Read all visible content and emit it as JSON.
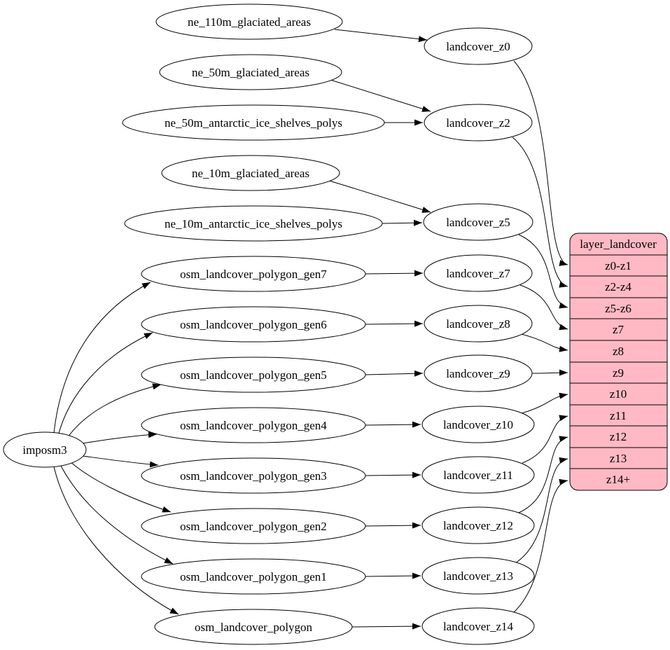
{
  "colors": {
    "record_fill": "#ffb9c4",
    "node_fill": "#ffffff",
    "edge": "#000000"
  },
  "imposm3": {
    "label": "imposm3"
  },
  "sources": [
    {
      "label": "ne_110m_glaciated_areas"
    },
    {
      "label": "ne_50m_glaciated_areas"
    },
    {
      "label": "ne_50m_antarctic_ice_shelves_polys"
    },
    {
      "label": "ne_10m_glaciated_areas"
    },
    {
      "label": "ne_10m_antarctic_ice_shelves_polys"
    },
    {
      "label": "osm_landcover_polygon_gen7"
    },
    {
      "label": "osm_landcover_polygon_gen6"
    },
    {
      "label": "osm_landcover_polygon_gen5"
    },
    {
      "label": "osm_landcover_polygon_gen4"
    },
    {
      "label": "osm_landcover_polygon_gen3"
    },
    {
      "label": "osm_landcover_polygon_gen2"
    },
    {
      "label": "osm_landcover_polygon_gen1"
    },
    {
      "label": "osm_landcover_polygon"
    }
  ],
  "intermediates": [
    {
      "label": "landcover_z0"
    },
    {
      "label": "landcover_z2"
    },
    {
      "label": "landcover_z5"
    },
    {
      "label": "landcover_z7"
    },
    {
      "label": "landcover_z8"
    },
    {
      "label": "landcover_z9"
    },
    {
      "label": "landcover_z10"
    },
    {
      "label": "landcover_z11"
    },
    {
      "label": "landcover_z12"
    },
    {
      "label": "landcover_z13"
    },
    {
      "label": "landcover_z14"
    }
  ],
  "record": {
    "title": "layer_landcover",
    "rows": [
      {
        "label": "z0-z1"
      },
      {
        "label": "z2-z4"
      },
      {
        "label": "z5-z6"
      },
      {
        "label": "z7"
      },
      {
        "label": "z8"
      },
      {
        "label": "z9"
      },
      {
        "label": "z10"
      },
      {
        "label": "z11"
      },
      {
        "label": "z12"
      },
      {
        "label": "z13"
      },
      {
        "label": "z14+"
      }
    ]
  }
}
